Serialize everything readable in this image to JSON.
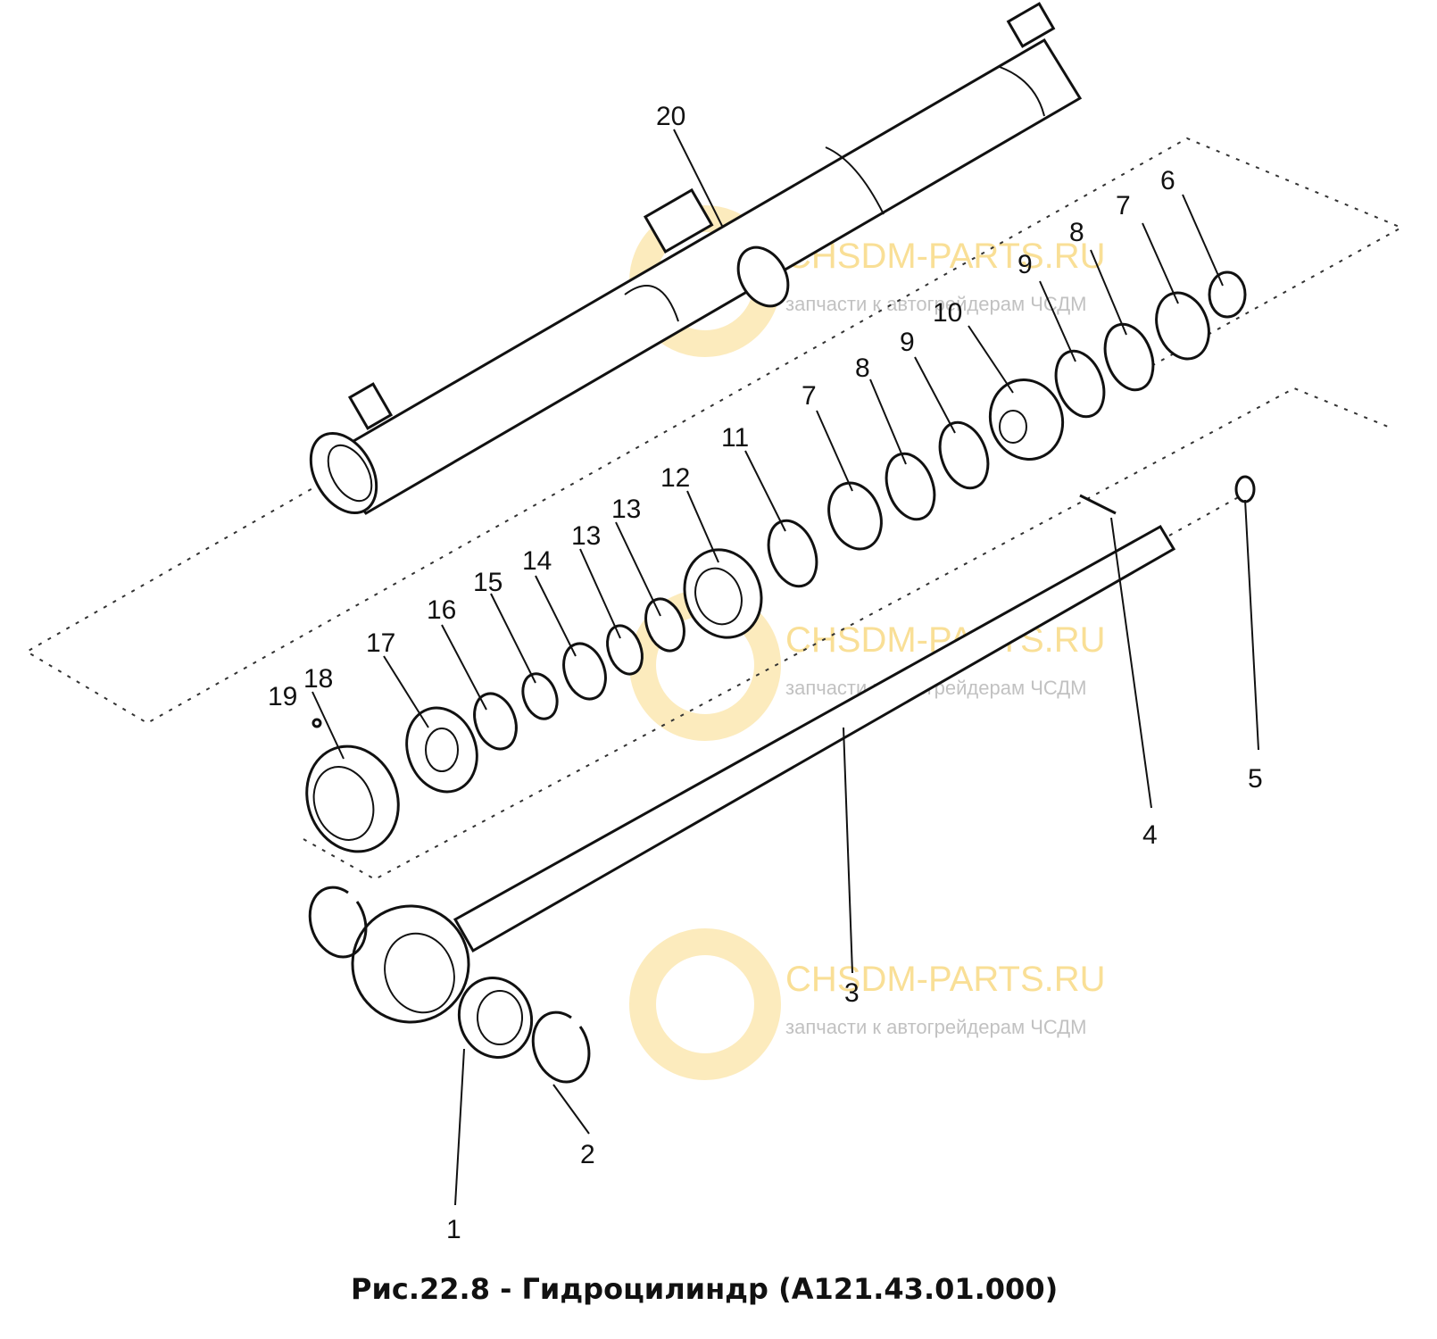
{
  "caption": "Рис.22.8 - Гидроцилиндр (А121.43.01.000)",
  "watermark": {
    "title": "CHSDM-PARTS.RU",
    "subtitle": "запчасти к автогрейдерам ЧСДМ",
    "color": "#f5c542"
  },
  "labels": [
    "1",
    "2",
    "3",
    "4",
    "5",
    "6",
    "7",
    "8",
    "9",
    "10",
    "11",
    "12",
    "13",
    "13",
    "14",
    "15",
    "16",
    "17",
    "18",
    "19",
    "20",
    "7",
    "8",
    "9"
  ]
}
